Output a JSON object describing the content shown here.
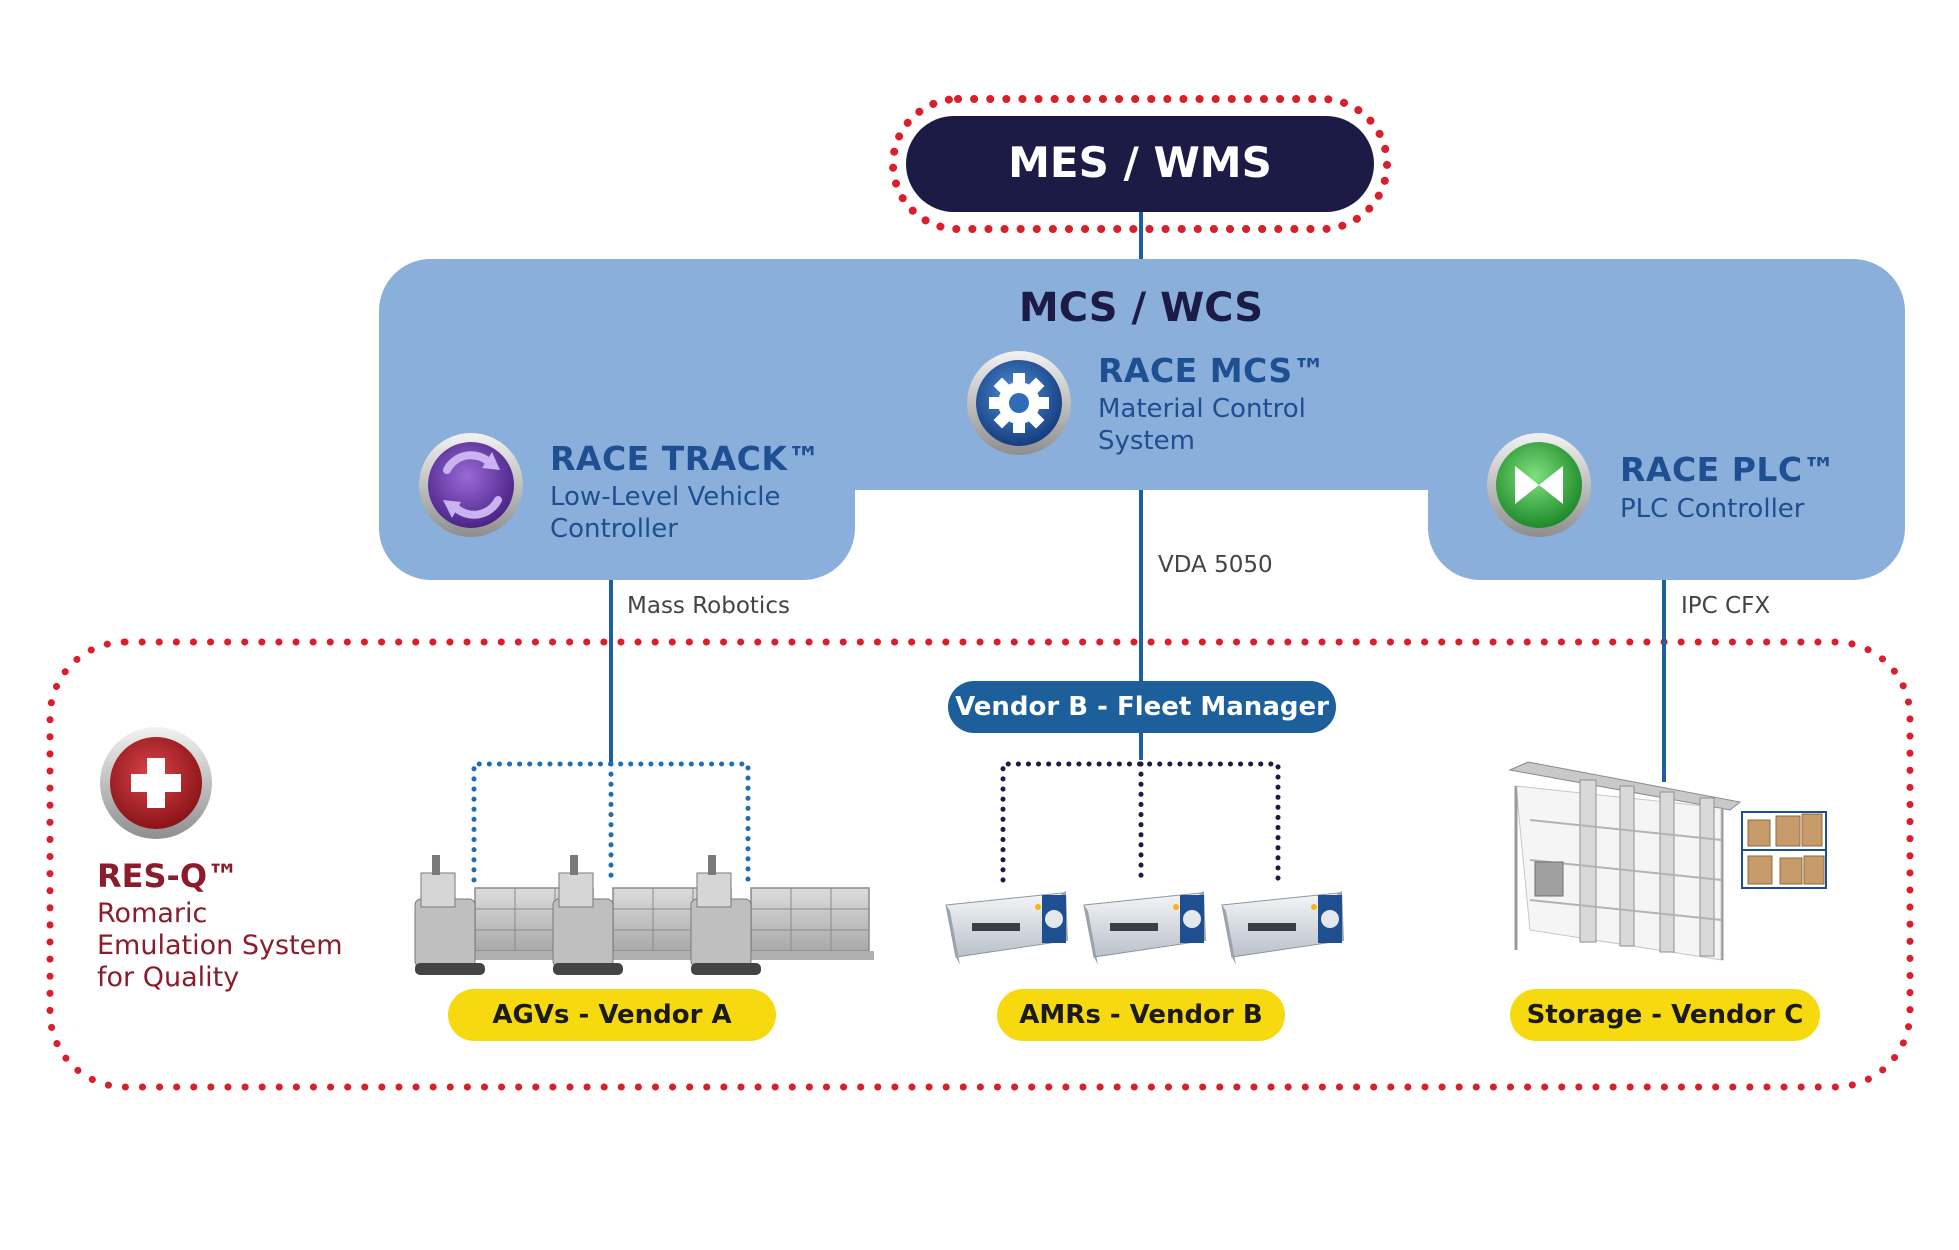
{
  "top_node": {
    "label": "MES / WMS"
  },
  "control_layer": {
    "label": "MCS / WCS",
    "products": [
      {
        "name": "RACE MCS™",
        "desc_line1": "Material Control",
        "desc_line2": "System",
        "icon": "gear-icon"
      },
      {
        "name": "RACE TRACK™",
        "desc_line1": "Low-Level Vehicle",
        "desc_line2": "Controller",
        "icon": "cycle-arrows-icon"
      },
      {
        "name": "RACE PLC™",
        "desc_line1": "PLC Controller",
        "icon": "bowtie-valve-icon"
      }
    ]
  },
  "protocols": {
    "left": "Mass Robotics",
    "center": "VDA 5050",
    "right": "IPC CFX"
  },
  "fleet_manager": {
    "label": "Vendor B - Fleet Manager"
  },
  "emulation": {
    "name": "RES-Q™",
    "desc_line1": "Romaric",
    "desc_line2": "Emulation System",
    "desc_line3": "for Quality",
    "icon": "medical-cross-icon"
  },
  "vendors": [
    {
      "label": "AGVs - Vendor A"
    },
    {
      "label": "AMRs - Vendor B"
    },
    {
      "label": "Storage - Vendor C"
    }
  ],
  "colors": {
    "dark_navy": "#1b1b45",
    "panel_blue": "#8aafdb",
    "line_blue": "#1d5fa0",
    "dotted_red": "#d91f2b",
    "pill_yellow": "#f7d90f",
    "pill_blue": "#1d5f9a"
  }
}
